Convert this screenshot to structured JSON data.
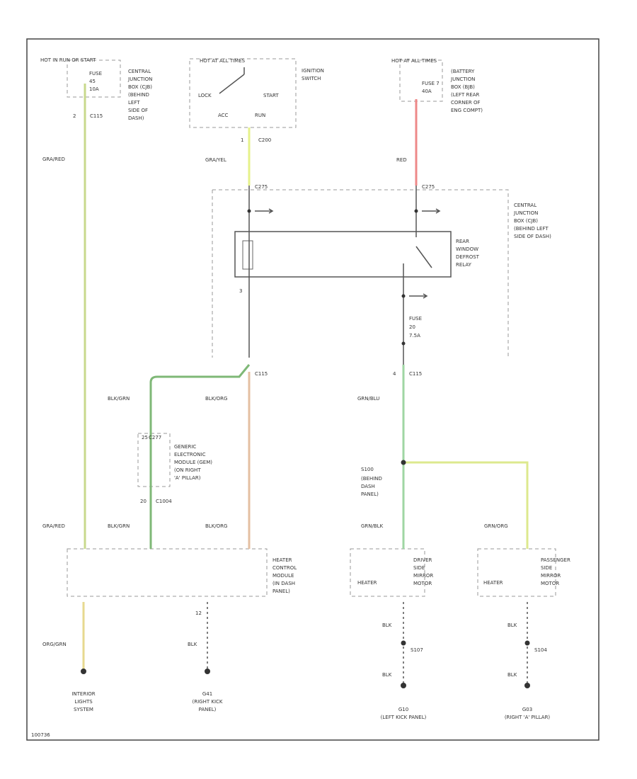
{
  "colors": {
    "gra_red": "#c8d98c",
    "gra_yel": "#e6f28a",
    "red": "#ee8888",
    "blk_grn": "#7fb877",
    "blk_org": "#e4bfa2",
    "grn_blu": "#9fd6a3",
    "grn_yel": "#dde98e",
    "org_grn": "#e7d98f",
    "black": "#333333"
  },
  "top": {
    "hot_in_run": "HOT IN RUN OR START",
    "fuse_left_1": "FUSE",
    "fuse_left_2": "45",
    "fuse_left_3": "10A",
    "cjb_left_desc": [
      "CENTRAL",
      "JUNCTION",
      "BOX (CJB)",
      "(BEHIND",
      "LEFT",
      "SIDE OF",
      "DASH)"
    ],
    "ignition_hot": "HOT AT ALL TIMES",
    "ignition_switch": [
      "IGNITION",
      "SWITCH"
    ],
    "lock": "LOCK",
    "start": "START",
    "acc": "ACC",
    "run": "RUN",
    "battery_hot": "HOT AT ALL TIMES",
    "fuse_right_1": "FUSE 7",
    "fuse_right_2": "40A",
    "bjb_desc": [
      "(BATTERY",
      "JUNCTION",
      "BOX (BJB)",
      "(LEFT REAR",
      "CORNER OF",
      "ENG COMPT)"
    ]
  },
  "wires": {
    "w_gra_red_top": "GRA/RED",
    "w_gra_yel": "GRA/YEL",
    "w_red": "RED",
    "w_blk_grn_1": "BLK/GRN",
    "w_blk_org_1": "BLK/ORG",
    "w_grn_blu": "GRN/BLU",
    "w_gra_red_bot": "GRA/RED",
    "w_blk_grn_2": "BLK/GRN",
    "w_blk_org_2": "BLK/ORG",
    "w_grn_blk": "GRN/BLK",
    "w_grn_org": "GRN/ORG",
    "w_org_grn": "ORG/GRN",
    "w_blk_1": "BLK",
    "w_blk_2": "BLK",
    "w_blk_3": "BLK",
    "w_blk_4": "BLK",
    "w_blk_5": "BLK"
  },
  "connectors": {
    "c_2": "2",
    "c_c115": "C115",
    "c_1": "1",
    "c_c200": "C200",
    "c_c275a": "C275",
    "c_c275b": "C275",
    "c_c115b": "C115",
    "c_c115c": "C115",
    "c_3": "3",
    "c_4": "4",
    "c_c277": "C277",
    "c_c1004": "C1004",
    "c_25": "25",
    "c_20": "20",
    "c_12": "12",
    "c_s100": "S100",
    "c_s107": "S107",
    "c_s104": "S104"
  },
  "central": {
    "cjb_desc": [
      "CENTRAL",
      "JUNCTION",
      "BOX (CJB)",
      "(BEHIND LEFT",
      "SIDE OF DASH)"
    ],
    "relay_desc": [
      "REAR",
      "WINDOW",
      "DEFROST",
      "RELAY"
    ],
    "fuse_mid_1": "FUSE",
    "fuse_mid_2": "20",
    "fuse_mid_3": "7.5A"
  },
  "modules": {
    "gem_desc": [
      "GENERIC",
      "ELECTRONIC",
      "MODULE (GEM)",
      "(ON RIGHT",
      "'A' PILLAR)"
    ],
    "s100_desc": [
      "(BEHIND",
      "DASH",
      "PANEL)"
    ],
    "heater_ctrl_desc": [
      "HEATER",
      "CONTROL",
      "MODULE",
      "(IN DASH",
      "PANEL)"
    ],
    "heater_left": "HEATER",
    "driver_desc": [
      "DRIVER",
      "SIDE",
      "MIRROR",
      "MOTOR"
    ],
    "heater_right": "HEATER",
    "passenger_desc": [
      "PASSENGER",
      "SIDE",
      "MIRROR",
      "MOTOR"
    ]
  },
  "grounds": {
    "interior_lights": [
      "INTERIOR",
      "LIGHTS",
      "SYSTEM"
    ],
    "g_right_kick": [
      "G41",
      "(RIGHT KICK",
      "PANEL)"
    ],
    "g_left_kick": [
      "G10",
      "(LEFT KICK PANEL)"
    ],
    "g_right_pillar": [
      "G03",
      "(RIGHT 'A' PILLAR)"
    ]
  },
  "footer": {
    "code": "100736"
  }
}
